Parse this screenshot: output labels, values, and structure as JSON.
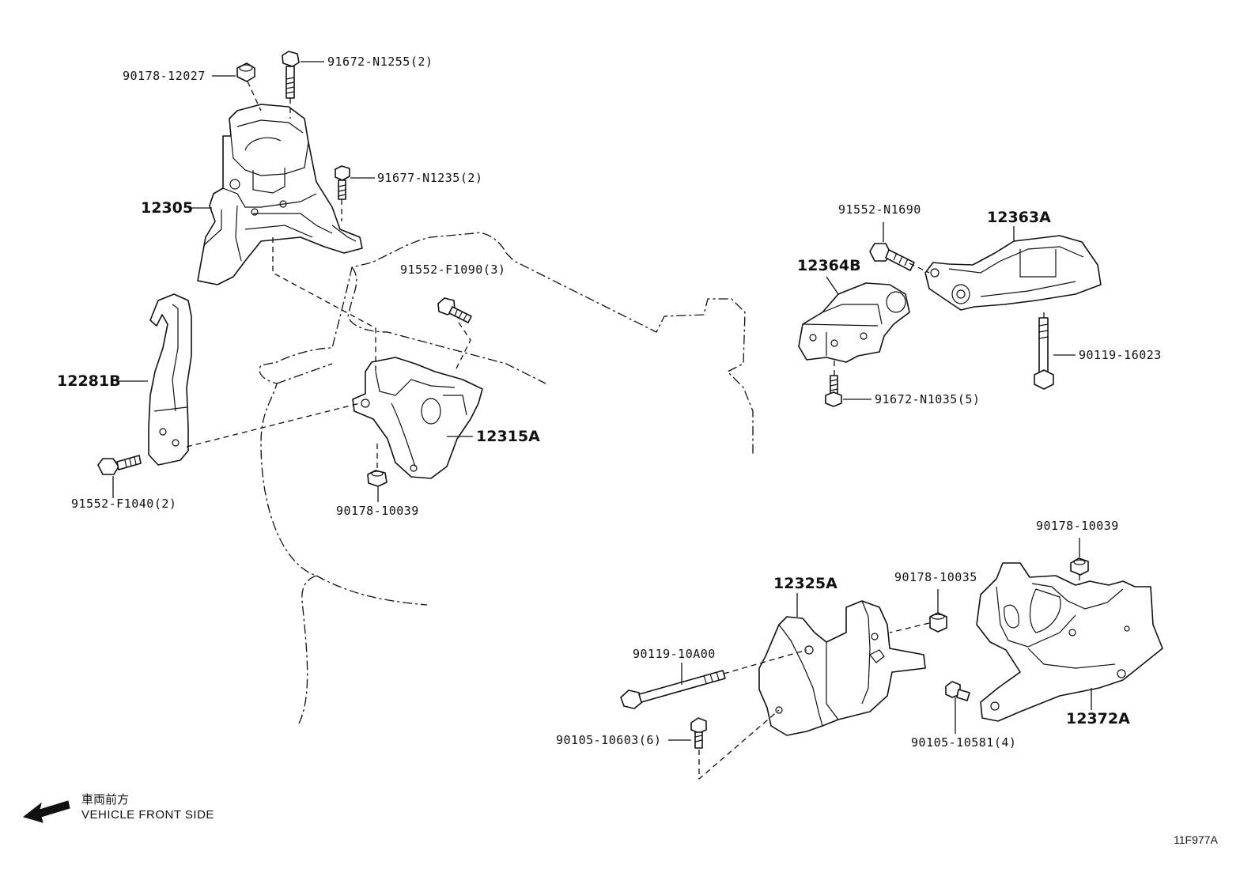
{
  "diagram": {
    "parts": [
      {
        "id": "90178-12027"
      },
      {
        "id": "91672-N1255(2)"
      },
      {
        "id": "91677-N1235(2)"
      },
      {
        "id": "12305"
      },
      {
        "id": "12281B"
      },
      {
        "id": "91552-F1040(2)"
      },
      {
        "id": "91552-F1090(3)"
      },
      {
        "id": "12315A"
      },
      {
        "id": "90178-10039"
      },
      {
        "id": "91552-N1690"
      },
      {
        "id": "12363A"
      },
      {
        "id": "12364B"
      },
      {
        "id": "90119-16023"
      },
      {
        "id": "91672-N1035(5)"
      },
      {
        "id": "90178-10039"
      },
      {
        "id": "12325A"
      },
      {
        "id": "90178-10035"
      },
      {
        "id": "90119-10A00"
      },
      {
        "id": "90105-10603(6)"
      },
      {
        "id": "90105-10581(4)"
      },
      {
        "id": "12372A"
      }
    ],
    "front_label_jp": "車両前方",
    "front_label_en": "VEHICLE FRONT SIDE",
    "drawing_code": "11F977A"
  }
}
